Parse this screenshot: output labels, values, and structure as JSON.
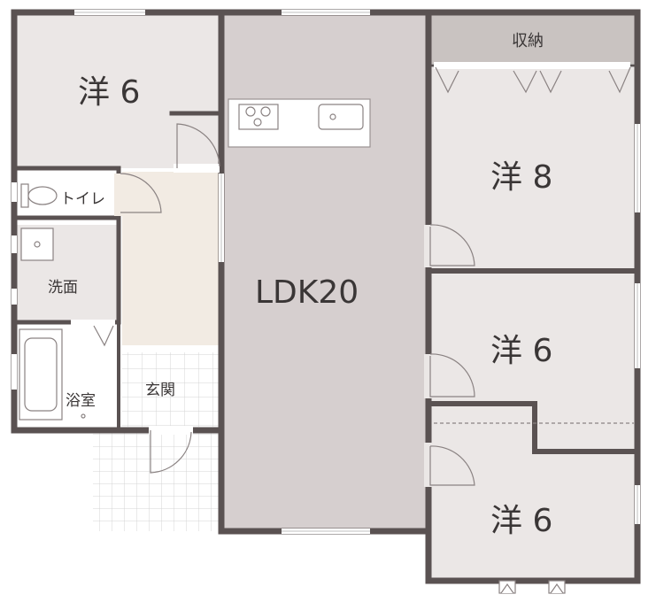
{
  "rooms": {
    "western_nw": "洋 6",
    "ldk": "LDK20",
    "storage": "収納",
    "western_ne": "洋 8",
    "western_e": "洋 6",
    "western_se": "洋 6",
    "toilet": "トイレ",
    "washroom": "洗面",
    "bathroom": "浴室",
    "entrance": "玄関"
  },
  "colors": {
    "wall": "#5a5252",
    "room_fill": "#ebe7e6",
    "ldk_fill": "#d6cfcf",
    "storage_fill": "#c9c3c1",
    "hall_fill": "#f2ebe3",
    "tile_line": "#cfcfcf",
    "window": "#bfbfbf"
  }
}
